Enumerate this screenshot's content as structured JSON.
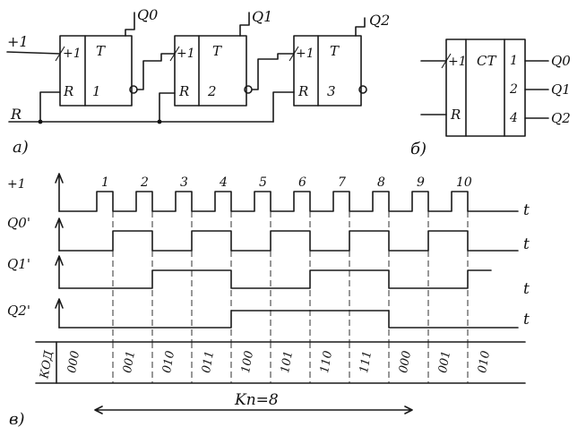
{
  "labels": {
    "input_plus1": "+1",
    "reset": "R",
    "panel_a": "а)",
    "panel_b": "б)",
    "panel_v": "в)"
  },
  "flipflops": [
    {
      "plus1": "+1",
      "t": "T",
      "r": "R",
      "num": "1",
      "out": "Q0"
    },
    {
      "plus1": "+1",
      "t": "T",
      "r": "R",
      "num": "2",
      "out": "Q1"
    },
    {
      "plus1": "+1",
      "t": "T",
      "r": "R",
      "num": "3",
      "out": "Q2"
    }
  ],
  "counter_block": {
    "plus1": "+1",
    "r": "R",
    "ct": "CT",
    "weights": [
      "1",
      "2",
      "4"
    ],
    "outputs": [
      "Q0",
      "Q1",
      "Q2"
    ]
  },
  "timing": {
    "input_label": "+1",
    "axis_label": "t",
    "pulse_numbers": [
      "1",
      "2",
      "3",
      "4",
      "5",
      "6",
      "7",
      "8",
      "9",
      "10"
    ],
    "signal_labels": [
      "Q0'",
      "Q1'",
      "Q2'"
    ],
    "state_label": "КОД",
    "codes": [
      "000",
      "001",
      "010",
      "011",
      "100",
      "101",
      "110",
      "111",
      "000",
      "001",
      "010"
    ],
    "kn_label": "Kп=8"
  }
}
